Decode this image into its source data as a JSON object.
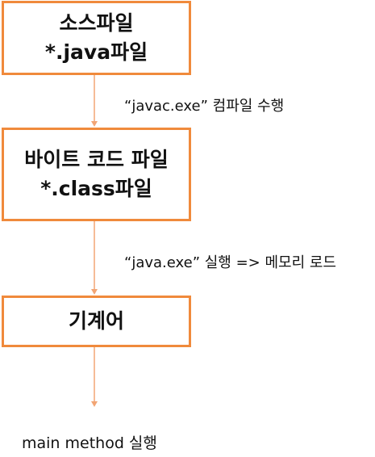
{
  "colors": {
    "box_border": "#f08a3c",
    "arrow": "#f2a574",
    "text": "#111111"
  },
  "boxes": [
    {
      "line1": "소스파일",
      "line2": "*.java파일"
    },
    {
      "line1": "바이트 코드 파일",
      "line2": "*.class파일"
    },
    {
      "line1": "기계어"
    }
  ],
  "steps": [
    {
      "label": "“javac.exe” 컴파일 수행"
    },
    {
      "label": "“java.exe” 실행 => 메모리 로드"
    }
  ],
  "final_label": "main method 실행"
}
